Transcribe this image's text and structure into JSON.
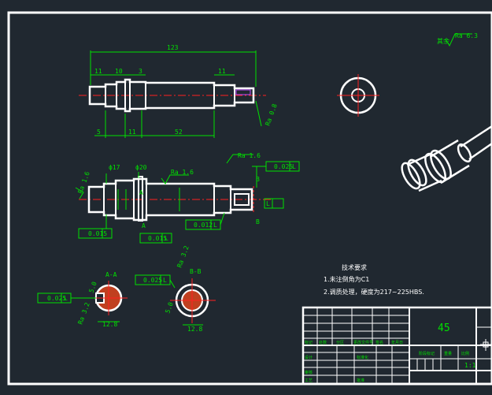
{
  "drawing": {
    "roughness_global": "Ra 6.3",
    "roughness_global_prefix": "其余",
    "front_view": {
      "dim_total": "123",
      "dim_a": "11",
      "dim_b": "10",
      "dim_c": "3",
      "dim_d": "11",
      "dim_bottom_a": "5",
      "dim_bottom_b": "11",
      "dim_bottom_c": "52",
      "roughness": "Ra 0.8"
    },
    "detail_view": {
      "dim_17": "ϕ17",
      "dim_20": "ϕ20",
      "roughness_top": "Ra 1.6",
      "roughness_left": "Ra 1.6",
      "roughness_tail": "Ra 1.6",
      "tol_top": "0.025",
      "tol_left": "0.015",
      "tol_mid": "0.015",
      "tol_right": "0.012",
      "datum_top": "L",
      "datum_mid": "L",
      "datum_right": "L",
      "datum_side": "L",
      "section_label_top": "B",
      "section_label_bottom": "B",
      "section_a_top": "A",
      "section_a_bottom": "A"
    },
    "section_aa": {
      "title": "A-A",
      "tol": "0.025",
      "datum": "L",
      "dim_width": "12.8",
      "dim_depth": "5.0",
      "roughness": "Ra 3.2"
    },
    "section_bb": {
      "title": "B-B",
      "tol": "0.025",
      "datum": "L",
      "dim_width": "12.8",
      "dim_depth": "5.0",
      "roughness": "Ra 3.2"
    },
    "tech_requirements": {
      "title": "技术要求",
      "line1": "1.未注倒角为C1",
      "line2": "2.调质处理，硬度为217~225HBS."
    },
    "title_block": {
      "material": "45",
      "scale": "1:1",
      "headers": [
        "标记",
        "处数",
        "分区",
        "更改文件号",
        "签名",
        "年月日"
      ],
      "stage_label": "阶段标记",
      "weight_label": "重量",
      "scale_label": "比例",
      "rows_left": [
        "设计",
        "审核",
        "工艺"
      ],
      "rows_mid": [
        "标准化",
        "批准"
      ]
    }
  }
}
